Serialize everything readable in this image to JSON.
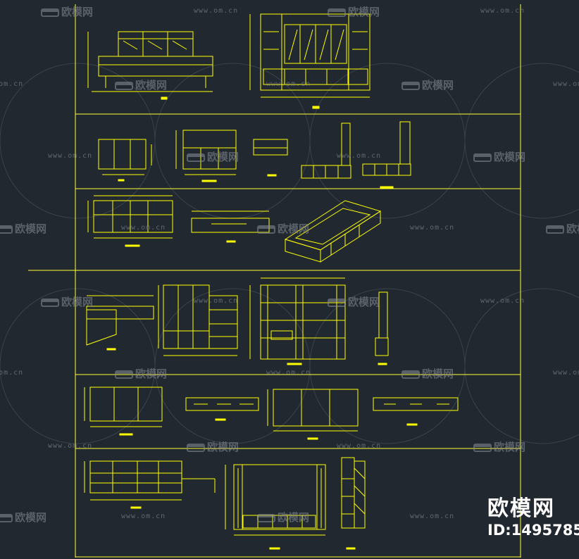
{
  "watermark": {
    "brand_text": "欧模网",
    "url_text": "www.om.cn"
  },
  "brand_badge": {
    "name": "欧模网",
    "id": "ID:1495785"
  },
  "colors": {
    "background": "#212830",
    "linework": "#ffff00",
    "watermark": "#8a9099",
    "badge": "#ffffff"
  }
}
